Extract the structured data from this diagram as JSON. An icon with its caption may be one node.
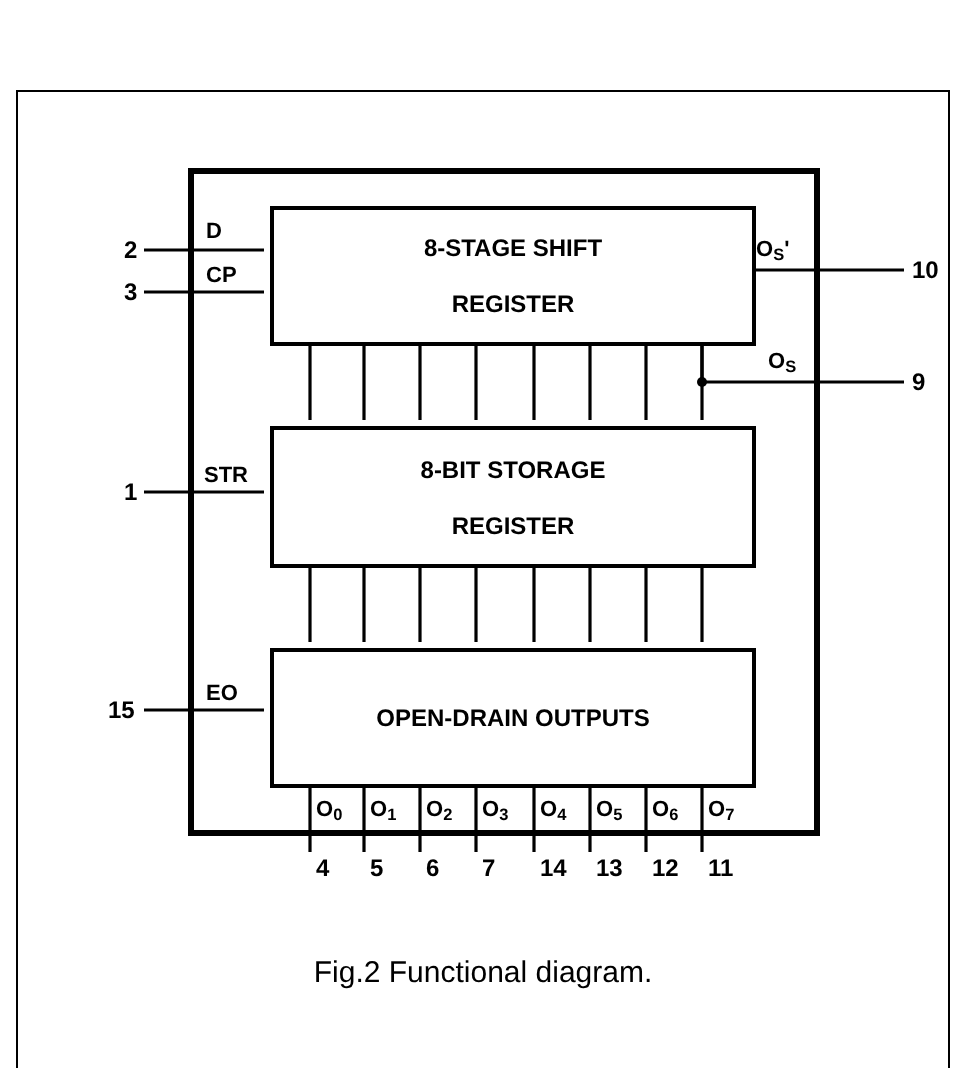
{
  "diagram": {
    "caption": "Fig.2 Functional diagram.",
    "nodes": [
      {
        "text": [],
        "shape": "box"
      },
      {
        "text": [
          "8-STAGE SHIFT REGISTER"
        ],
        "in": 0
      },
      {
        "text": [
          "8-BIT STORAGE REGISTER"
        ],
        "in": 0
      },
      {
        "text": [
          "OPEN-DRAIN OUTPUTS"
        ],
        "in": 0
      },
      {
        "text": [
          "2"
        ]
      },
      {
        "text": [
          "3"
        ]
      },
      {
        "text": [
          "10"
        ]
      },
      {
        "text": [
          "9"
        ]
      },
      {
        "text": [
          "1"
        ]
      },
      {
        "text": [
          "15"
        ]
      },
      {
        "text": [
          "4"
        ]
      },
      {
        "text": [
          "5"
        ]
      },
      {
        "text": [
          "6"
        ]
      },
      {
        "text": [
          "7"
        ]
      },
      {
        "text": [
          "14"
        ]
      },
      {
        "text": [
          "13"
        ]
      },
      {
        "text": [
          "12"
        ]
      },
      {
        "text": [
          "11"
        ]
      }
    ],
    "edges": [
      {
        "from": 4,
        "to": 1,
        "arrow": "none"
      },
      {
        "from": 5,
        "to": 1,
        "arrow": "none"
      },
      {
        "from": 1,
        "to": 6,
        "arrow": "none"
      },
      {
        "from": 1,
        "to": 7,
        "arrow": "none"
      },
      {
        "from": 1,
        "to": 2,
        "arrow": "none"
      },
      {
        "from": 1,
        "to": 2,
        "arrow": "none"
      },
      {
        "from": 1,
        "to": 2,
        "arrow": "none"
      },
      {
        "from": 1,
        "to": 2,
        "arrow": "none"
      },
      {
        "from": 1,
        "to": 2,
        "arrow": "none"
      },
      {
        "from": 1,
        "to": 2,
        "arrow": "none"
      },
      {
        "from": 1,
        "to": 2,
        "arrow": "none"
      },
      {
        "from": 1,
        "to": 2,
        "arrow": "none"
      },
      {
        "from": 8,
        "to": 2,
        "arrow": "none"
      },
      {
        "from": 2,
        "to": 3,
        "arrow": "none"
      },
      {
        "from": 2,
        "to": 3,
        "arrow": "none"
      },
      {
        "from": 2,
        "to": 3,
        "arrow": "none"
      },
      {
        "from": 2,
        "to": 3,
        "arrow": "none"
      },
      {
        "from": 2,
        "to": 3,
        "arrow": "none"
      },
      {
        "from": 2,
        "to": 3,
        "arrow": "none"
      },
      {
        "from": 2,
        "to": 3,
        "arrow": "none"
      },
      {
        "from": 2,
        "to": 3,
        "arrow": "none"
      },
      {
        "from": 9,
        "to": 3,
        "arrow": "none"
      },
      {
        "from": 3,
        "to": 10,
        "arrow": "none"
      },
      {
        "from": 3,
        "to": 11,
        "arrow": "none"
      },
      {
        "from": 3,
        "to": 12,
        "arrow": "none"
      },
      {
        "from": 3,
        "to": 13,
        "arrow": "none"
      },
      {
        "from": 3,
        "to": 14,
        "arrow": "none"
      },
      {
        "from": 3,
        "to": 15,
        "arrow": "none"
      },
      {
        "from": 3,
        "to": 16,
        "arrow": "none"
      },
      {
        "from": 3,
        "to": 17,
        "arrow": "none"
      }
    ],
    "labels": [
      "D",
      "CP",
      "O$_{S}$'",
      "O$_{S}$",
      "STR",
      "EO",
      "O$_{0}$",
      "O$_{1}$",
      "O$_{2}$",
      "O$_{3}$",
      "O$_{4}$",
      "O$_{5}$",
      "O$_{6}$",
      "O$_{7}$"
    ]
  }
}
